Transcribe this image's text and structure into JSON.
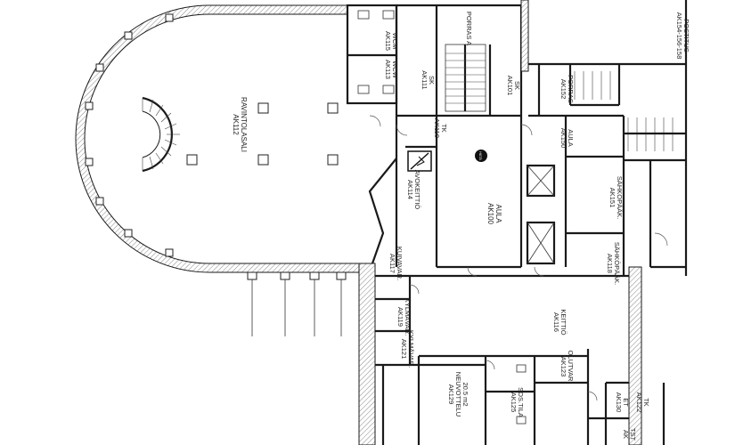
{
  "rooms": {
    "ak112": {
      "code": "AK112",
      "name": "RAVINTOLASALI"
    },
    "ak115": {
      "code": "AK115",
      "name": "WCM"
    },
    "ak113": {
      "code": "AK113",
      "name": "WCW"
    },
    "ak111": {
      "code": "AK111",
      "name": "SK"
    },
    "ak110": {
      "code": "AK110",
      "name": "TK"
    },
    "ak114": {
      "code": "AK114",
      "name": "AVOKEITTIÖ"
    },
    "porras_a": {
      "name": "PORRAS A"
    },
    "ak101": {
      "code": "AK101",
      "name": "SK"
    },
    "ak100": {
      "code": "AK100",
      "name": "AULA"
    },
    "ak152": {
      "code": "AK152",
      "name": "PORRAS"
    },
    "ak150": {
      "code": "AK150",
      "name": "AULA"
    },
    "ak154": {
      "code": "AK154-156-158",
      "name": "POSTITUS"
    },
    "ak151": {
      "code": "AK151",
      "name": "SÄHKÖPÄÄK."
    },
    "ak118": {
      "code": "AK118",
      "name": "SÄHKÖPÄÄK."
    },
    "ak117": {
      "code": "AK117",
      "name": "KUIVAVAR."
    },
    "ak116": {
      "code": "AK116",
      "name": "KEITTIÖ"
    },
    "ak119": {
      "code": "AK119",
      "name": "KYLMÄVAR."
    },
    "ak121": {
      "code": "AK121",
      "name": "KYLMÄVAR."
    },
    "ak129": {
      "code": "AK129",
      "name": "NEUVOTTELU",
      "area": "20.5 m2"
    },
    "ak123": {
      "code": "AK123",
      "name": "OLUTVAR."
    },
    "ak125": {
      "code": "AK125",
      "name": "SOS.TILA"
    },
    "ak130": {
      "code": "AK130",
      "name": "ET"
    },
    "ak122": {
      "code": "AK122",
      "name": "TK"
    },
    "ak_tst": {
      "code": "AK",
      "name": "TST"
    }
  },
  "symbols": {
    "hyrynsalmi_marker": "HÄTÄ",
    "elevator_icon": "elevator-icon",
    "electric_icon": "electric-panel-icon"
  }
}
